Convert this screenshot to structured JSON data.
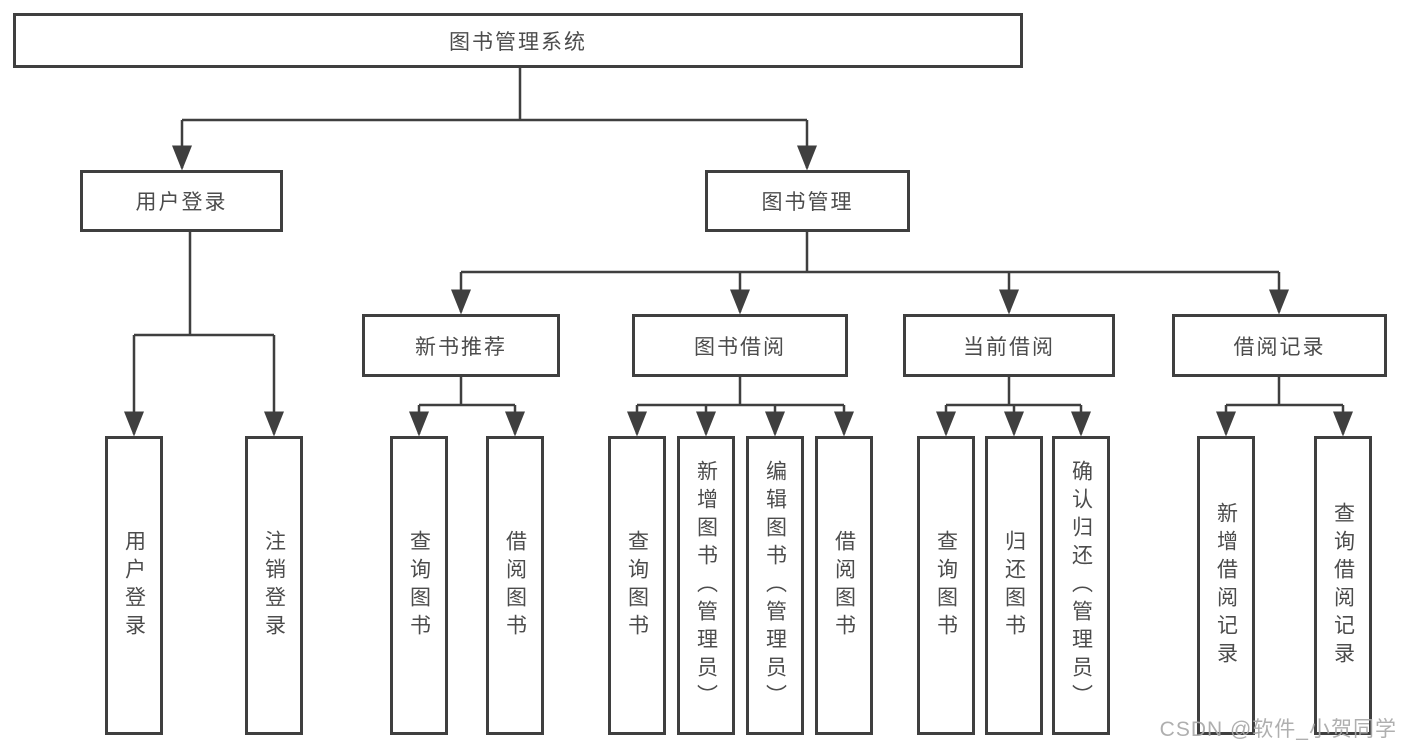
{
  "tree": {
    "root": "图书管理系统",
    "level2": [
      "用户登录",
      "图书管理"
    ],
    "level3": [
      "新书推荐",
      "图书借阅",
      "当前借阅",
      "借阅记录"
    ],
    "leaves": {
      "user_login": [
        "用户登录",
        "注销登录"
      ],
      "new_books": [
        "查询图书",
        "借阅图书"
      ],
      "book_borrow": [
        "查询图书",
        "新增图书（管理员）",
        "编辑图书（管理员）",
        "借阅图书"
      ],
      "current_borrow": [
        "查询图书",
        "归还图书",
        "确认归还（管理员）"
      ],
      "borrow_records": [
        "新增借阅记录",
        "查询借阅记录"
      ]
    }
  },
  "watermark": {
    "text": "CSDN @软件_小贺同学"
  },
  "colors": {
    "line": "#3f3f3f",
    "box_border": "#3f3f3f",
    "text": "#4c4c4c",
    "watermark": "#a8a8a8",
    "background": "#ffffff"
  }
}
